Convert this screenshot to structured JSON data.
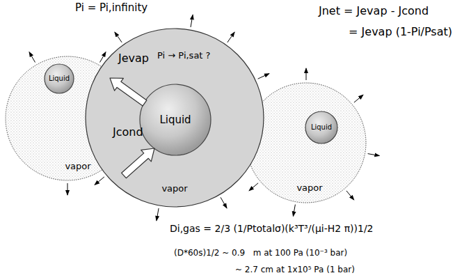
{
  "diagram": {
    "nodes": [
      {
        "text": [
          "vapor"
        ]
      },
      {
        "text": [
          "Liquid"
        ],
        "in": 0
      },
      {
        "text": [
          "vapor"
        ]
      },
      {
        "text": [
          "Liquid"
        ],
        "in": 2
      },
      {
        "text": [
          "vapor"
        ]
      },
      {
        "text": [
          "Liquid"
        ],
        "in": 4
      }
    ],
    "labels": [
      "Pi = Pi,infinity",
      "Pi → Pi,sat ?",
      "Jnet = Jevap - Jcond",
      "= Jevap (1-Pi/Psat)",
      "Jevap",
      "Jcond",
      "Di,gas = 2/3 (1/Ptotalσ)(k³T³/(μi-H2 π))1/2",
      "(D*60s)1/2 ~ 0.9   m at 100 Pa (10⁻³ bar)",
      "~ 2.7 cm at 1x10⁵ Pa (1 bar)"
    ]
  }
}
